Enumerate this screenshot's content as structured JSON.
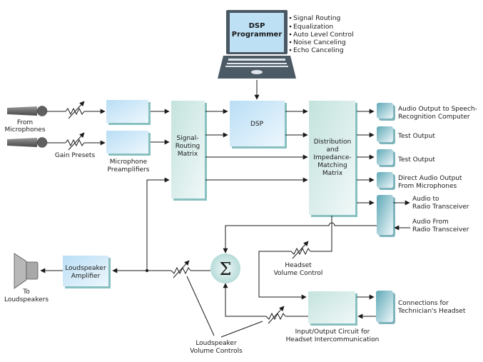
{
  "diagram": {
    "programmer": {
      "screen_title_1": "DSP",
      "screen_title_2": "Programmer",
      "features": [
        "Signal Routing",
        "Equalization",
        "Auto Level Control",
        "Noise Canceling",
        "Echo Canceling"
      ]
    },
    "inputs": {
      "mic_label_1": "From",
      "mic_label_2": "Microphones",
      "gain_label": "Gain Presets",
      "preamp_label_1": "Microphone",
      "preamp_label_2": "Preamplifiers"
    },
    "blocks": {
      "routing_1": "Signal-",
      "routing_2": "Routing",
      "routing_3": "Matrix",
      "dsp": "DSP",
      "dist_1": "Distribution",
      "dist_2": "and",
      "dist_3": "Impedance-",
      "dist_4": "Matching",
      "dist_5": "Matrix",
      "amp_1": "Loudspeaker",
      "amp_2": "Amplifier",
      "sum_symbol": "Σ"
    },
    "outputs": {
      "out1_1": "Audio Output to Speech-",
      "out1_2": "Recognition Computer",
      "out2": "Test Output",
      "out3": "Test Output",
      "out4_1": "Direct Audio Output",
      "out4_2": "From Microphones",
      "radio_to_1": "Audio to",
      "radio_to_2": "Radio Transceiver",
      "radio_from_1": "Audio From",
      "radio_from_2": "Radio Transceiver",
      "headset_conn_1": "Connections for",
      "headset_conn_2": "Technician's Headset"
    },
    "lower": {
      "speaker_1": "To",
      "speaker_2": "Loudspeakers",
      "headset_vol_1": "Headset",
      "headset_vol_2": "Volume Control",
      "ls_vol_1": "Loudspeaker",
      "ls_vol_2": "Volume Controls",
      "io_1": "Input/Output Circuit for",
      "io_2": "Headset Intercommunication"
    }
  }
}
